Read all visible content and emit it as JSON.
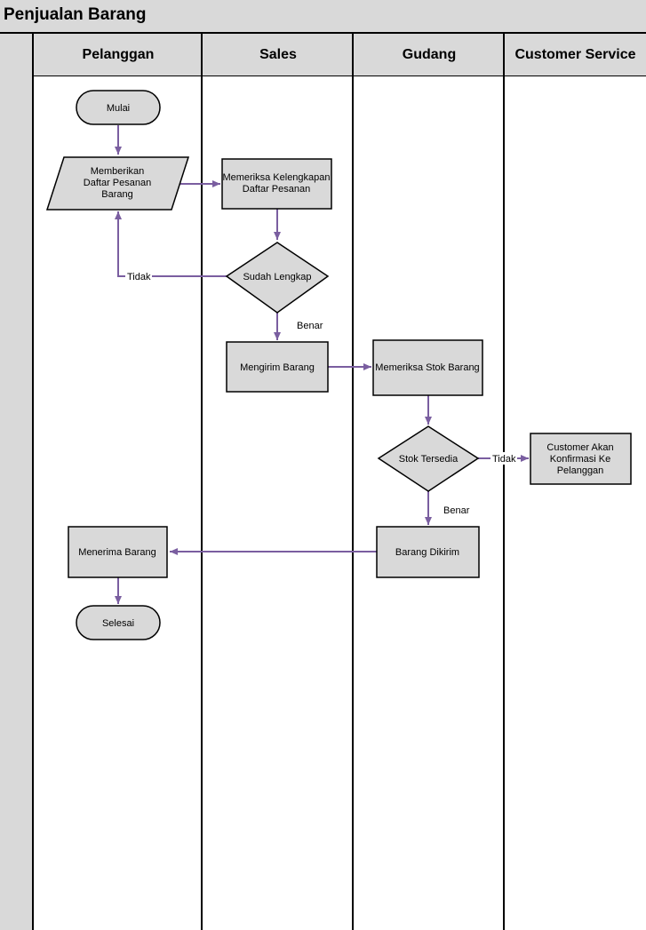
{
  "title": "Penjualan Barang",
  "lanes": [
    "Pelanggan",
    "Sales",
    "Gudang",
    "Customer Service"
  ],
  "nodes": {
    "mulai": "Mulai",
    "memberikan": [
      "Memberikan",
      "Daftar Pesanan",
      "Barang"
    ],
    "memeriksa_kelengkapan": [
      "Memeriksa Kelengkapan",
      "Daftar Pesanan"
    ],
    "sudah_lengkap": "Sudah Lengkap",
    "mengirim": "Mengirim Barang",
    "memeriksa_stok": "Memeriksa Stok Barang",
    "stok_tersedia": "Stok Tersedia",
    "customer_akan": [
      "Customer Akan",
      "Konfirmasi Ke",
      "Pelanggan"
    ],
    "barang_dikirim": "Barang Dikirim",
    "menerima": "Menerima Barang",
    "selesai": "Selesai"
  },
  "edge_labels": {
    "tidak_1": "Tidak",
    "benar_1": "Benar",
    "tidak_2": "Tidak",
    "benar_2": "Benar"
  },
  "colors": {
    "shape_fill": "#d9d9d9",
    "connector": "#7a5ea0",
    "border": "#000000"
  }
}
